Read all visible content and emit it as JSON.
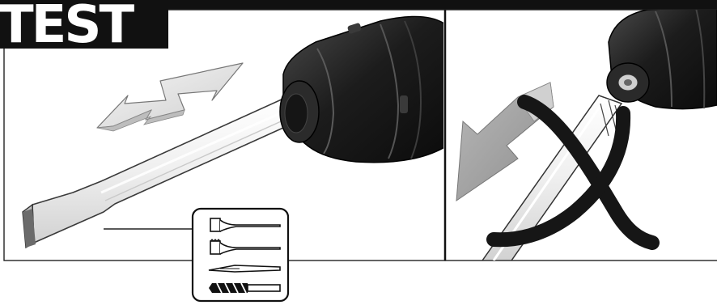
{
  "header": {
    "title": "TEST"
  },
  "colors": {
    "ink": "#111111",
    "paper": "#ffffff",
    "arrow_fill": "#e6e6e6",
    "arrow_dark": "#a9a9a9",
    "handle_dark": "#2a2a2a",
    "chuck_dark": "#1a1a1a",
    "cross": "#161616"
  },
  "panels": {
    "left": {
      "name": "correct-usage-panel"
    },
    "right": {
      "name": "incorrect-usage-panel"
    }
  },
  "legend": {
    "items": [
      {
        "icon": "flat-chisel-icon"
      },
      {
        "icon": "spade-chisel-icon"
      },
      {
        "icon": "pointed-chisel-icon"
      },
      {
        "icon": "drill-bit-icon"
      }
    ]
  }
}
